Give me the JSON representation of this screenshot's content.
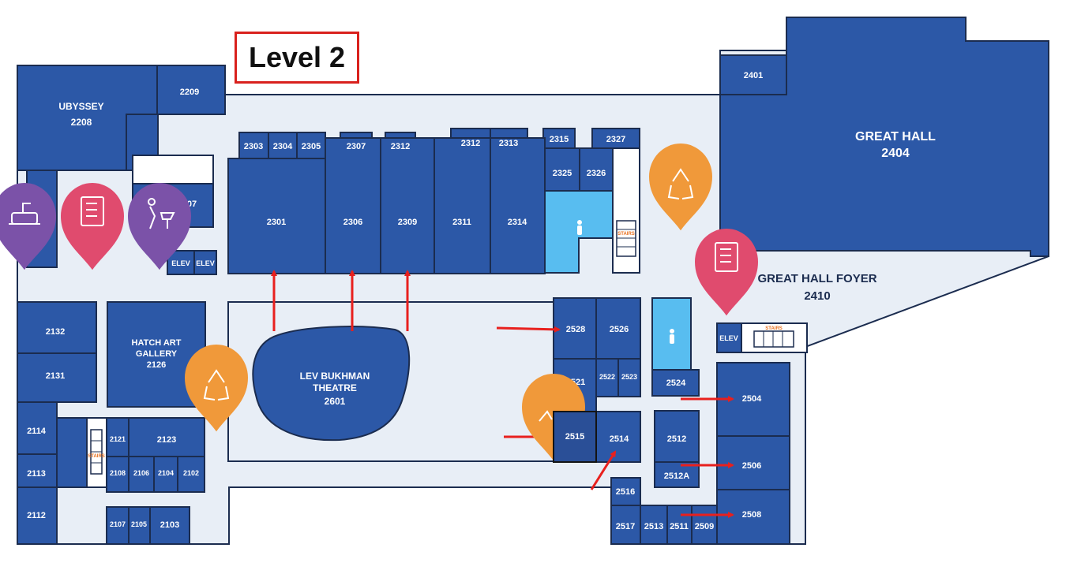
{
  "level_label": "Level 2",
  "colors": {
    "room": "#2c58a7",
    "floor": "#e8eef6",
    "washroom": "#58bdf0",
    "arrow": "#e8201e",
    "recycle_pin": "#f0993a",
    "vending_pin": "#e04b6e",
    "water_pin": "#7b52a8"
  },
  "major_rooms": {
    "ubyssey": "UBYSSEY",
    "ubyssey_num": "2208",
    "great_hall": "GREAT HALL",
    "great_hall_num": "2404",
    "foyer": "GREAT HALL FOYER",
    "foyer_num": "2410",
    "hatch_1": "HATCH ART",
    "hatch_2": "GALLERY",
    "hatch_num": "2126",
    "theatre_1": "LEV BUKHMAN",
    "theatre_2": "THEATRE",
    "theatre_num": "2601"
  },
  "rooms": {
    "r2209": "2209",
    "r2207": "207",
    "r2401": "2401",
    "r2303": "2303",
    "r2304": "2304",
    "r2305": "2305",
    "r2307": "2307",
    "r2312a": "2312",
    "r2312b": "2312",
    "r2313": "2313",
    "r2315": "2315",
    "r2327": "2327",
    "r2325": "2325",
    "r2326": "2326",
    "r2301": "2301",
    "r2306": "2306",
    "r2309": "2309",
    "r2311": "2311",
    "r2314": "2314",
    "r2132": "2132",
    "r2131": "2131",
    "r2114": "2114",
    "r2113": "2113",
    "r2112": "2112",
    "r2121": "2121",
    "r2123": "2123",
    "r2108": "2108",
    "r2106": "2106",
    "r2104": "2104",
    "r2102": "2102",
    "r2107": "2107",
    "r2105": "2105",
    "r2103": "2103",
    "r2528": "2528",
    "r2526": "2526",
    "r2521": "2521",
    "r2522": "2522",
    "r2523": "2523",
    "r2524": "2524",
    "r2515": "2515",
    "r2514": "2514",
    "r2512": "2512",
    "r2512a": "2512A",
    "r2516": "2516",
    "r2517": "2517",
    "r2513": "2513",
    "r2511": "2511",
    "r2509": "2509",
    "r2504": "2504",
    "r2506": "2506",
    "r2508": "2508"
  },
  "labels": {
    "elev": "ELEV",
    "stairs": "STAIRS"
  },
  "icons": {
    "recycle": "recycle-icon",
    "vending": "vending-machine-icon",
    "water_fountain": "water-fountain-icon",
    "washbasin": "washbasin-icon",
    "washroom": "washroom-icon"
  }
}
